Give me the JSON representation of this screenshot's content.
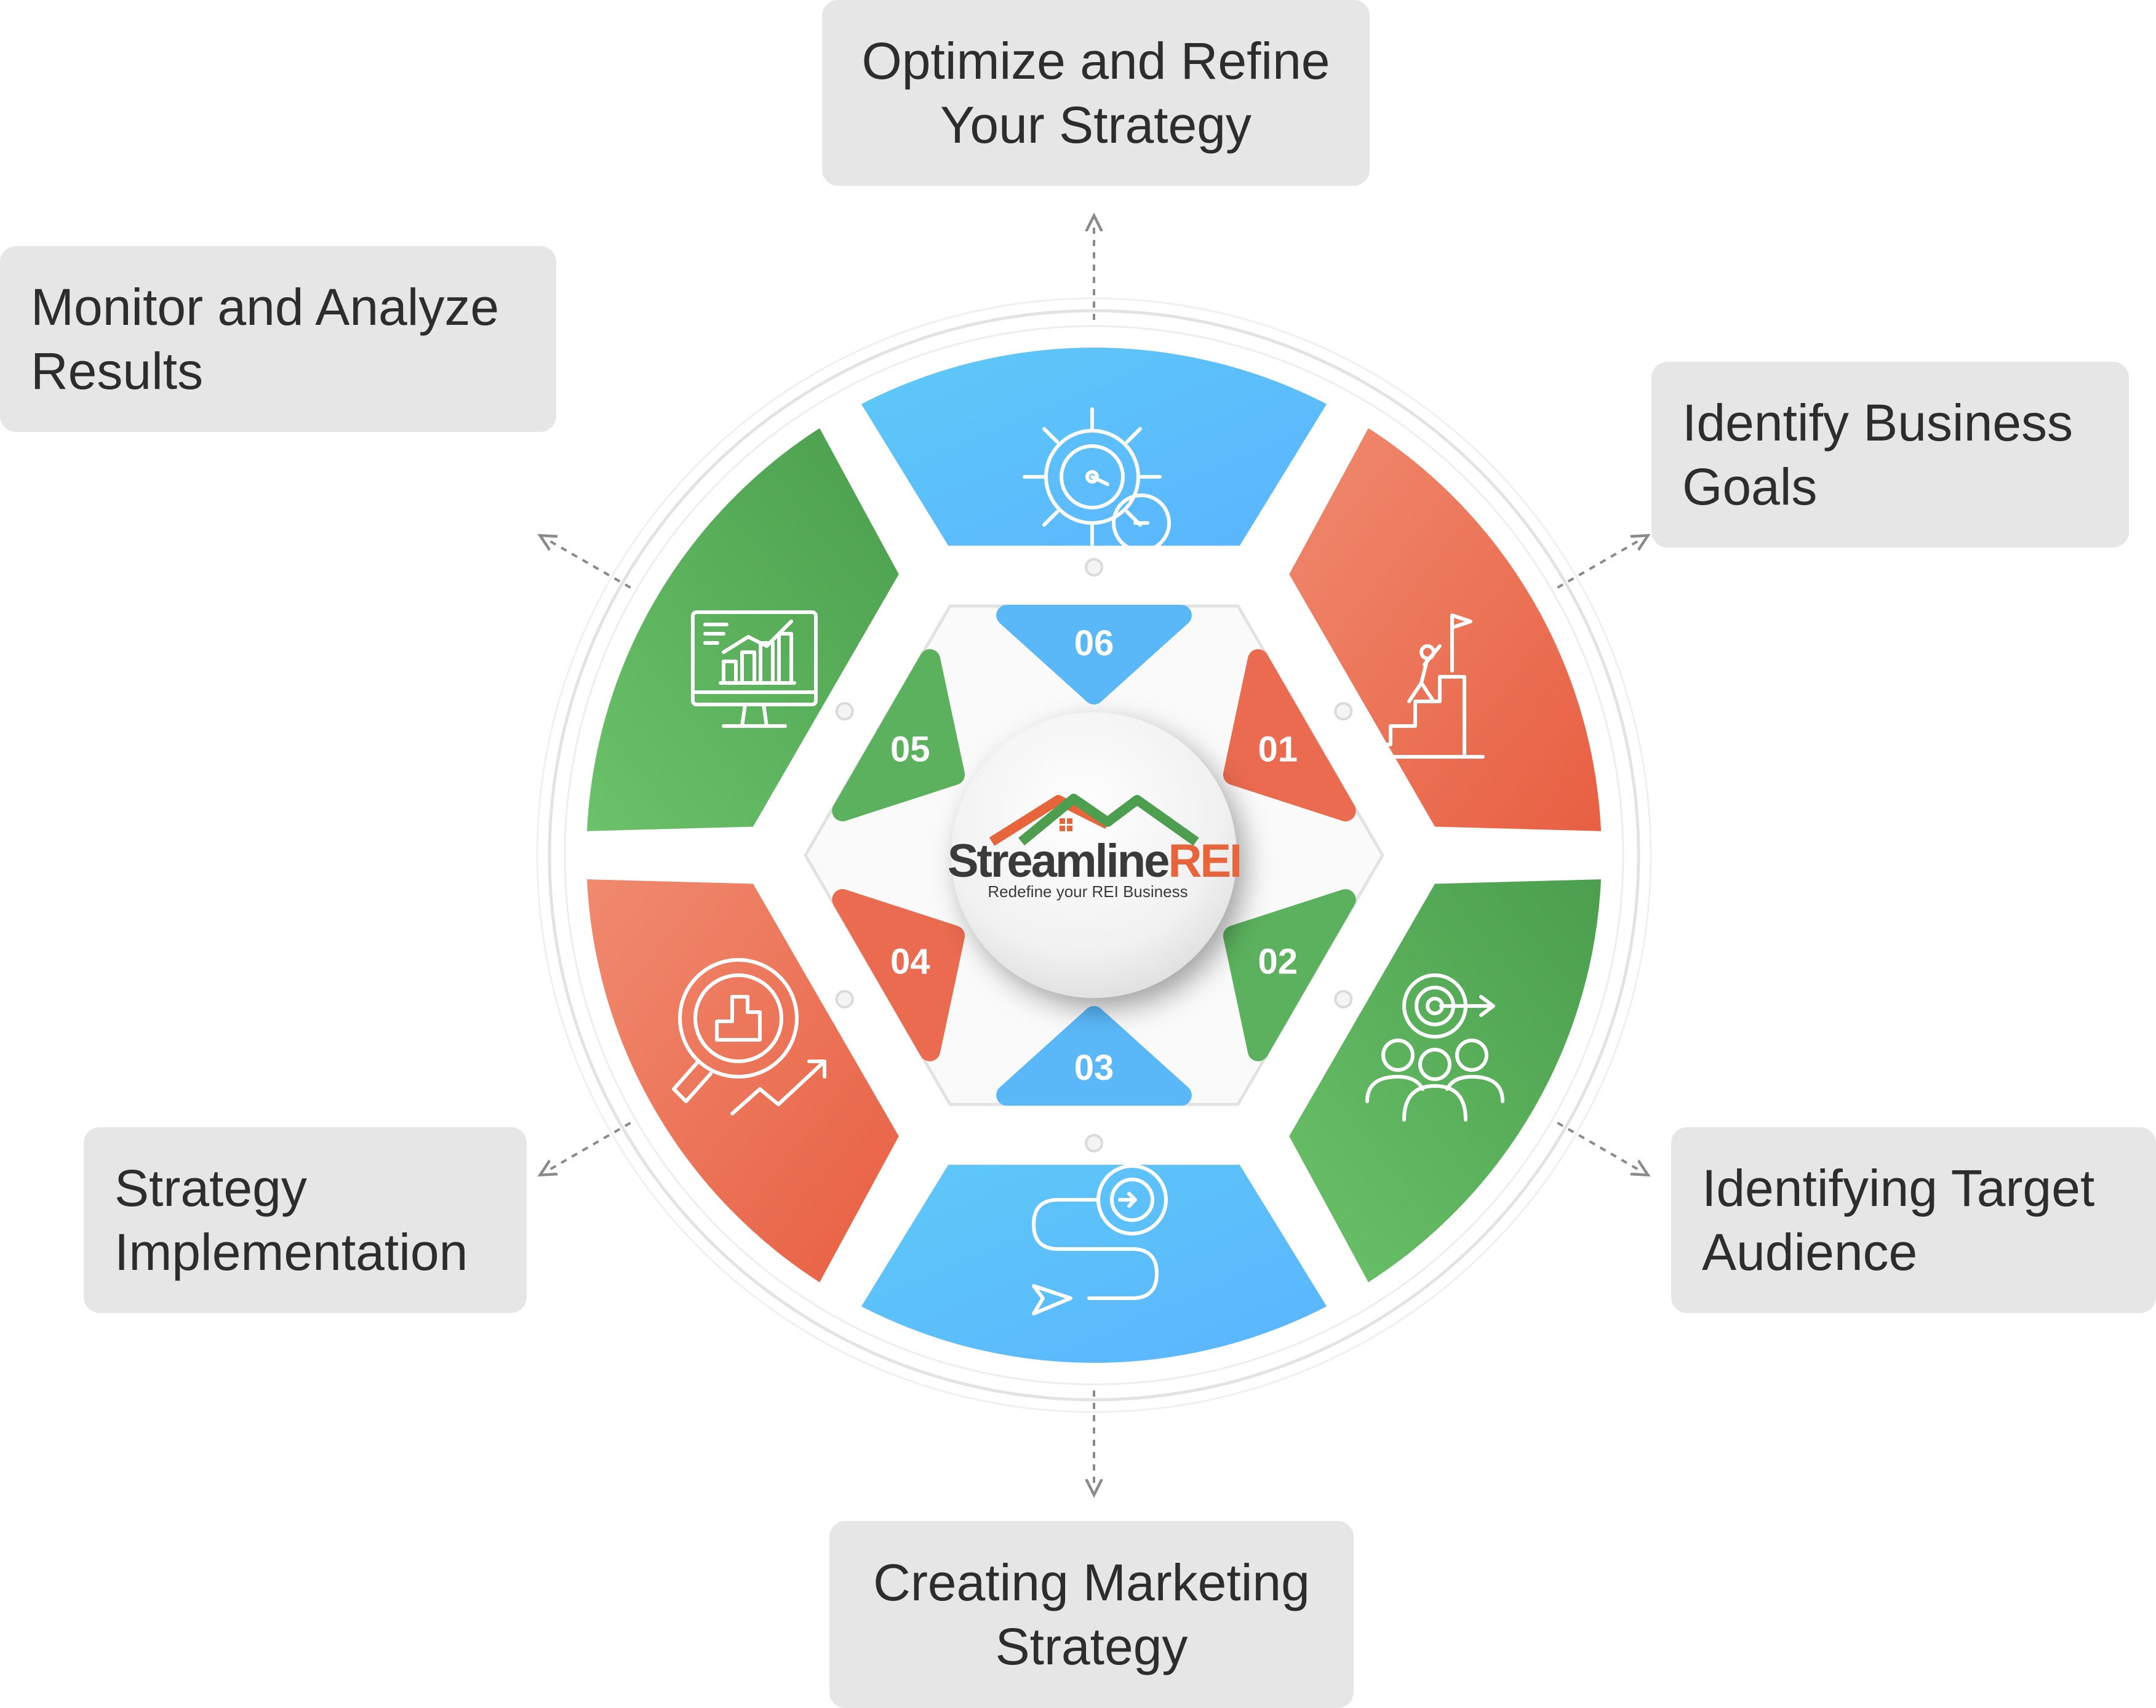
{
  "colors": {
    "green": "#5bb15d",
    "red": "#ea6b4f",
    "blue": "#4fbdf5",
    "label_bg": "#e6e6e6",
    "label_text": "#2d2d2d",
    "brand_green": "#4d9f4f",
    "brand_orange": "#e8643a",
    "brand_dark": "#3a3a3a"
  },
  "brand": {
    "name_part1": "Streamline",
    "name_part2": "REI",
    "tagline": "Redefine your REI Business"
  },
  "steps": [
    {
      "number": "01",
      "label_lines": [
        "Identify Business",
        "Goals"
      ],
      "icon": "goal-flag-climb-icon",
      "color": "red"
    },
    {
      "number": "02",
      "label_lines": [
        "Identifying Target",
        "Audience"
      ],
      "icon": "target-audience-icon",
      "color": "green"
    },
    {
      "number": "03",
      "label_lines": [
        "Creating Marketing",
        "Strategy"
      ],
      "icon": "strategy-path-icon",
      "color": "blue"
    },
    {
      "number": "04",
      "label_lines": [
        "Strategy",
        "Implementation"
      ],
      "icon": "analytics-magnifier-icon",
      "color": "red"
    },
    {
      "number": "05",
      "label_lines": [
        "Monitor and Analyze",
        "Results"
      ],
      "icon": "monitor-chart-icon",
      "color": "green"
    },
    {
      "number": "06",
      "label_lines": [
        "Optimize and Refine",
        "Your Strategy"
      ],
      "icon": "gear-speed-icon",
      "color": "blue"
    }
  ]
}
